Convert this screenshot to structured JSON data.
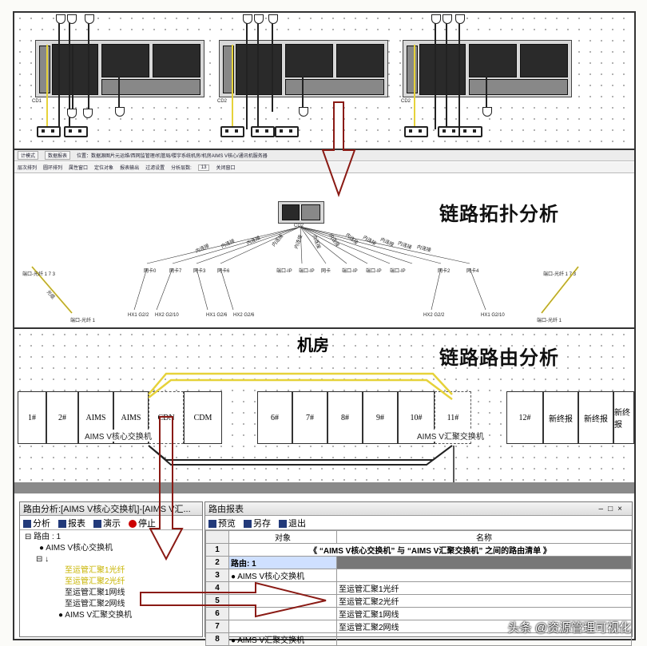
{
  "top": {
    "devices": [
      {
        "label": "CD1"
      },
      {
        "label": "CD2"
      },
      {
        "label": "CD2"
      }
    ],
    "tabs": [
      "计模式",
      "数据报表"
    ],
    "location_text": "位置：数据源图片元运维/西网监管理/机管局/楼宇系统机房/机房AIMS V核心/通讯机服务器",
    "toolbar": [
      "层次排列",
      "圆环排列",
      "属性窗口",
      "定位对象",
      "报表输出",
      "过滤设置",
      "分析层数:",
      "关闭窗口"
    ],
    "depth_value": "13"
  },
  "topology": {
    "title": "链路拓扑分析",
    "center_label": "CD2",
    "labels": [
      "网卡0",
      "网卡7",
      "网卡3",
      "网卡6",
      "端口-IP",
      "端口-IP",
      "网卡",
      "端口-IP",
      "端口-IP",
      "端口-IP",
      "网卡2",
      "网卡4"
    ],
    "fan_labels": [
      "内连接",
      "内连接",
      "内连接",
      "内连接",
      "内连接",
      "内连接",
      "内连接",
      "内连接",
      "内连接",
      "内连接",
      "内连接",
      "内连接"
    ],
    "left_port": "端口-光纤 1 7 3",
    "right_port": "端口-光纤 1 7 3",
    "left_bottom": "端口-光纤 1",
    "right_bottom": "端口-光纤 1",
    "left_ends": [
      "HX1 G2/2",
      "HX2 G2/10",
      "HX1 G2/6",
      "HX2 G2/6"
    ],
    "right_ends": [
      "HX2 G2/2",
      "HX1 G2/10"
    ],
    "left_link": "光缆"
  },
  "room": {
    "header": "机房",
    "title": "链路路由分析",
    "cabinets": [
      "1#",
      "2#",
      "AIMS",
      "AIMS",
      "CDN",
      "CDM",
      "6#",
      "7#",
      "8#",
      "9#",
      "10#",
      "11#",
      "12#",
      "新终报",
      "新终报",
      "新终报"
    ],
    "core_switch_label": "AIMS V核心交换机",
    "agg_switch_label": "AIMS V汇聚交换机"
  },
  "route_panel": {
    "title": "路由分析:[AIMS V核心交换机]-[AIMS V汇...",
    "buttons": [
      "分析",
      "报表",
      "演示",
      "停止"
    ],
    "tree": [
      "路由 : 1",
      "AIMS V核心交换机",
      "至运管汇聚1光纤",
      "至运管汇聚2光纤",
      "至运管汇聚1网线",
      "至运管汇聚2网线",
      "AIMS V汇聚交换机"
    ]
  },
  "report": {
    "title": "路由报表",
    "toolbar": [
      "预览",
      "另存",
      "退出"
    ],
    "col_object": "对象",
    "col_name": "名称",
    "rows": [
      {
        "n": "1",
        "text": "《 “AIMS V核心交换机” 与 “AIMS V汇聚交换机” 之间的路由清单 》"
      },
      {
        "n": "2",
        "text": "路由: 1"
      },
      {
        "n": "3",
        "text": "● AIMS V核心交换机"
      },
      {
        "n": "4",
        "text": "至运管汇聚1光纤"
      },
      {
        "n": "5",
        "text": "至运管汇聚2光纤"
      },
      {
        "n": "6",
        "text": "至运管汇聚1网线"
      },
      {
        "n": "7",
        "text": "至运管汇聚2网线"
      },
      {
        "n": "8",
        "text": "● AIMS V汇聚交换机"
      }
    ]
  },
  "watermark": "头条 @资源管理可视化",
  "colors": {
    "arrow": "#8a1a14",
    "cable_yellow": "#e6d23a"
  }
}
